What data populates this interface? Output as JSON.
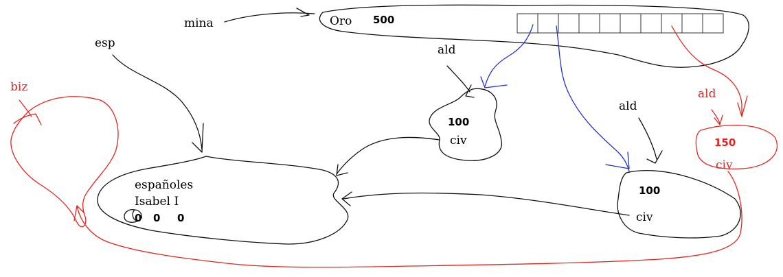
{
  "colors": {
    "ink": "#111111",
    "pointer_blue": "#1f2fd6",
    "highlight_red": "#e8231f",
    "background": "#ffffff"
  },
  "labels": {
    "mina": "mina",
    "esp": "esp",
    "biz": "biz",
    "ald_top": "ald",
    "ald_mid": "ald",
    "ald_red": "ald"
  },
  "mine_node": {
    "name": "Oro",
    "value": "500",
    "array_slots": 10
  },
  "village_top": {
    "value": "100",
    "field": "civ"
  },
  "village_right": {
    "value": "100",
    "field": "civ"
  },
  "village_red": {
    "value": "150",
    "field": "civ"
  },
  "civilization": {
    "name": "españoles",
    "leader": "Isabel  I",
    "counts": [
      "0",
      "0",
      "0"
    ]
  }
}
